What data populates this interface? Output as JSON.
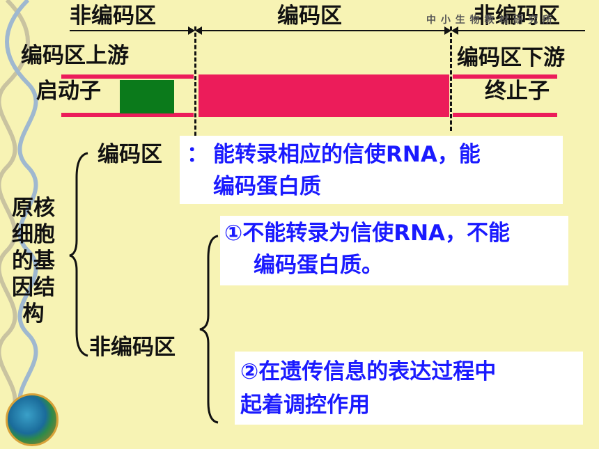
{
  "top_labels": {
    "left": "非编码区",
    "middle": "编码区",
    "right": "非编码区",
    "upstream": "编码区上游",
    "downstream": "编码区下游",
    "promoter": "启动子",
    "terminator": "终止子"
  },
  "watermark": "中 小 生 物 教 材 研 究 所",
  "structure": {
    "root_label": "原核细胞的基因结构",
    "coding_label": "编码区",
    "coding_colon": "：",
    "coding_desc_line1": "能转录相应的信使RNA，能",
    "coding_desc_line2": "编码蛋白质",
    "noncoding_label": "非编码区",
    "point1_line1": "①不能转录为信使RNA，不能",
    "point1_line2": "编码蛋白质。",
    "point2_line1": "②在遗传信息的表达过程中",
    "point2_line2": "起着调控作用"
  },
  "colors": {
    "background": "#f7f3b4",
    "bar_red": "#ec1c5a",
    "promoter_green": "#0b7a1b",
    "text_blue": "#1a1aff"
  }
}
